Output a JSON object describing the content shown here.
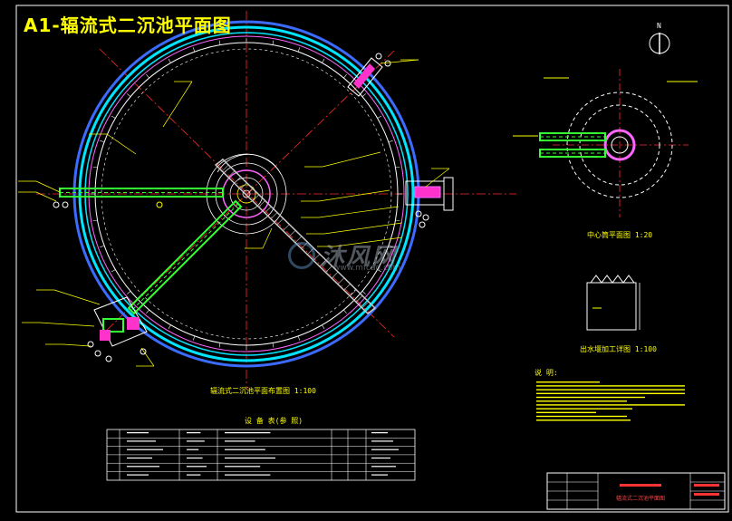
{
  "drawing": {
    "title": "A1-辐流式二沉池平面图",
    "watermark_text": "沐风网",
    "watermark_url": "www.mfcad.com",
    "main_plan_caption": "辐流式二沉池平面布置图 1:100",
    "center_well_caption": "中心筒平面图 1:20",
    "weir_caption": "出水堰加工详图 1:100",
    "notes_heading": "说 明:",
    "table_heading": "设 备 表(参 照)",
    "title_block_name": "辐流式二沉池平面图",
    "north_label": "N"
  },
  "colors": {
    "background": "#000000",
    "text": "#ffff00",
    "outer_ring": "#3b6cff",
    "wall_ring": "#00e5ff",
    "inner_ring": "#ff66ff",
    "pipe": "#33ff33",
    "bridge": "#c8c8c8",
    "centerline": "#ff2a2a",
    "linework": "#ffffff"
  }
}
